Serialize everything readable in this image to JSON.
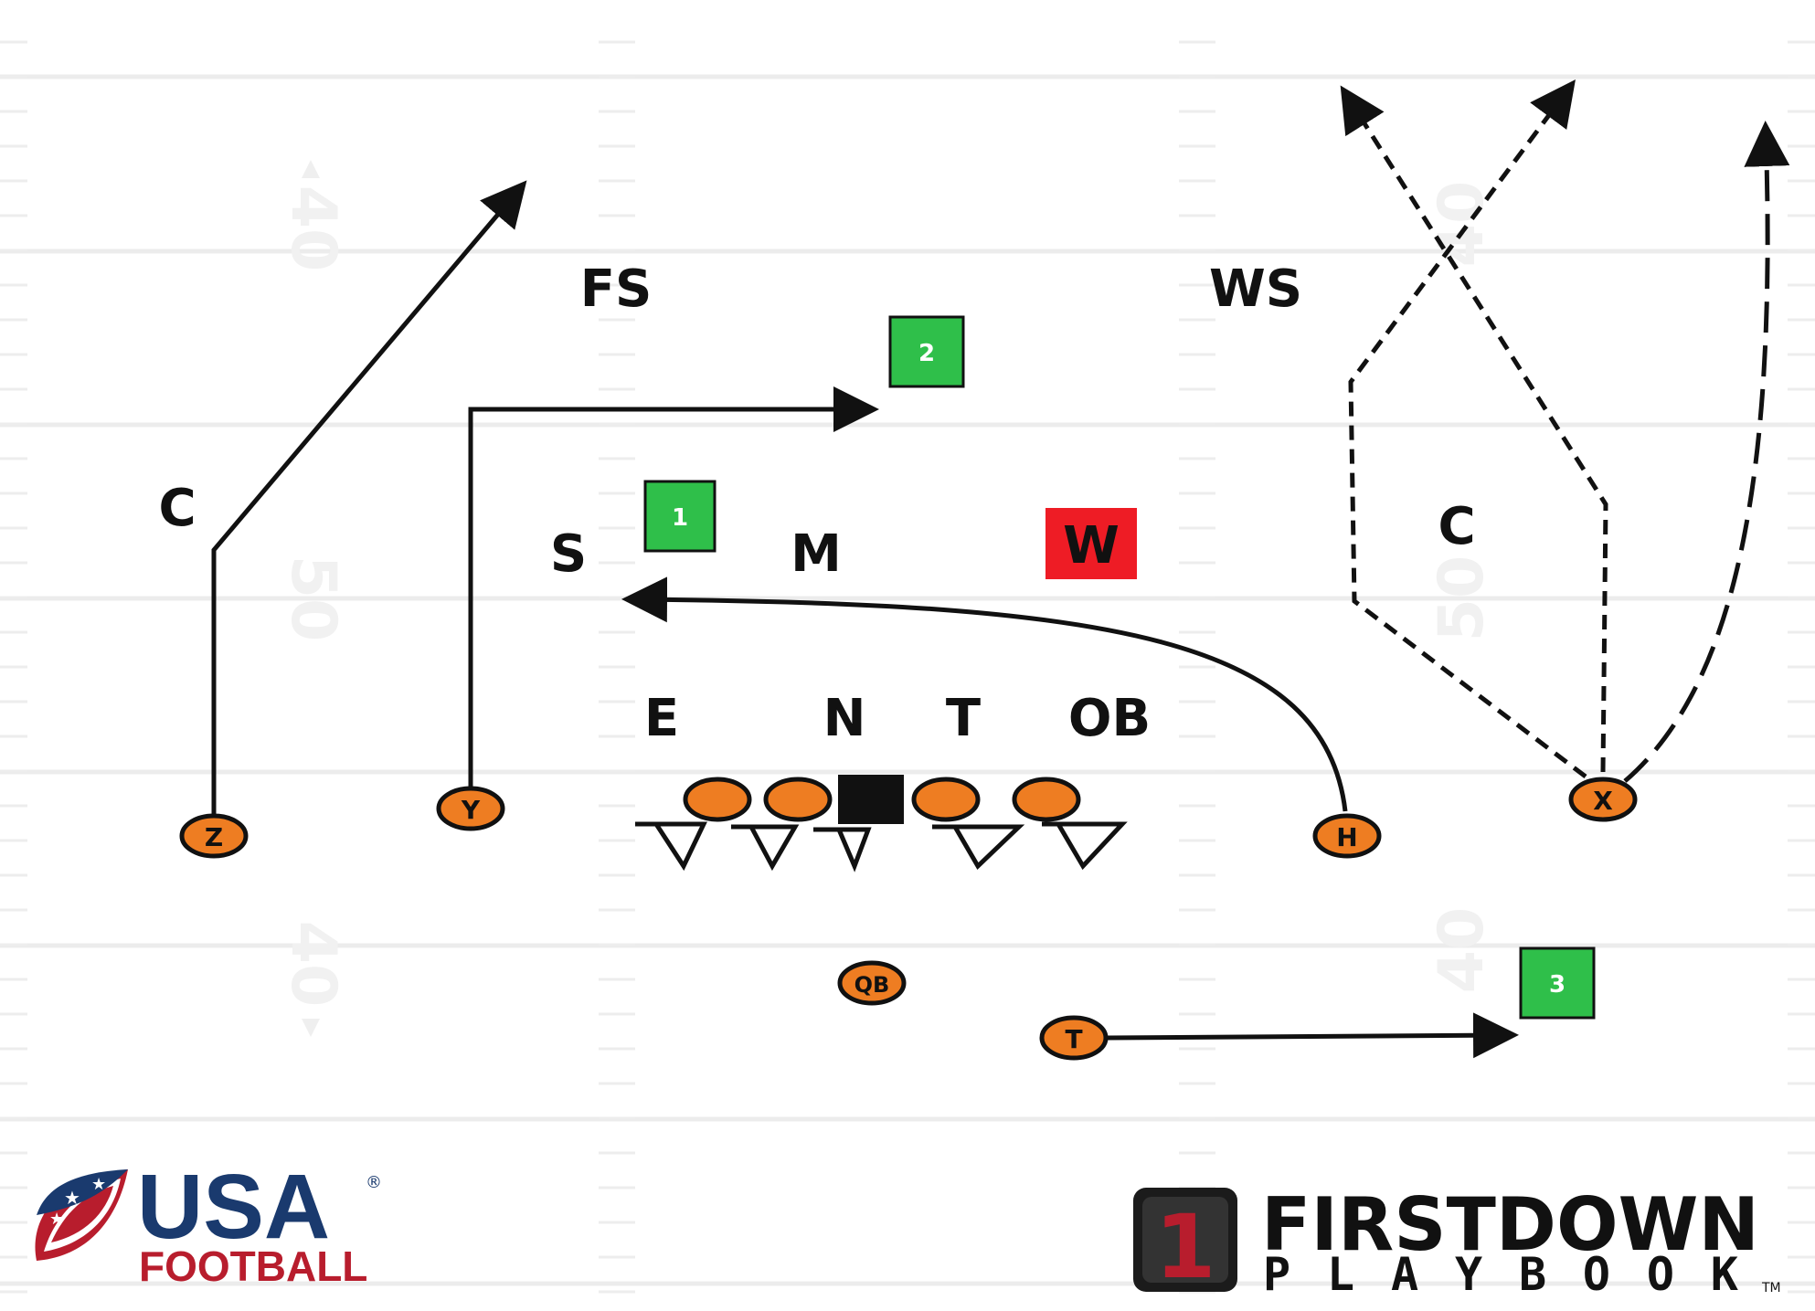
{
  "field": {
    "yard_numbers": {
      "left": [
        "40",
        "50",
        "40"
      ],
      "right": [
        "40",
        "50",
        "40"
      ]
    }
  },
  "defense": {
    "deep": {
      "free_safety": "FS",
      "weak_safety": "WS"
    },
    "second_level": {
      "left_corner": "C",
      "strong_safety": "S",
      "mike": "M",
      "right_corner": "C"
    },
    "line": {
      "end": "E",
      "nose": "N",
      "tackle": "T",
      "outside_backer": "OB"
    },
    "highlight": {
      "label": "W",
      "color": "#ee1c25"
    }
  },
  "offense": {
    "receivers": {
      "z": "Z",
      "y": "Y",
      "h": "H",
      "x": "X"
    },
    "backfield": {
      "qb": "QB",
      "t": "T"
    },
    "player_color": "#ee7d22"
  },
  "reads": {
    "color": "#2fbf4a",
    "items": [
      "1",
      "2",
      "3"
    ]
  },
  "logos": {
    "usa_football": {
      "line1": "USA",
      "line2": "FOOTBALL",
      "reg": "®"
    },
    "firstdown": {
      "badge": "1",
      "line1": "FIRSTDOWN",
      "line2": "PLAYBOOK",
      "tm": "TM"
    }
  }
}
